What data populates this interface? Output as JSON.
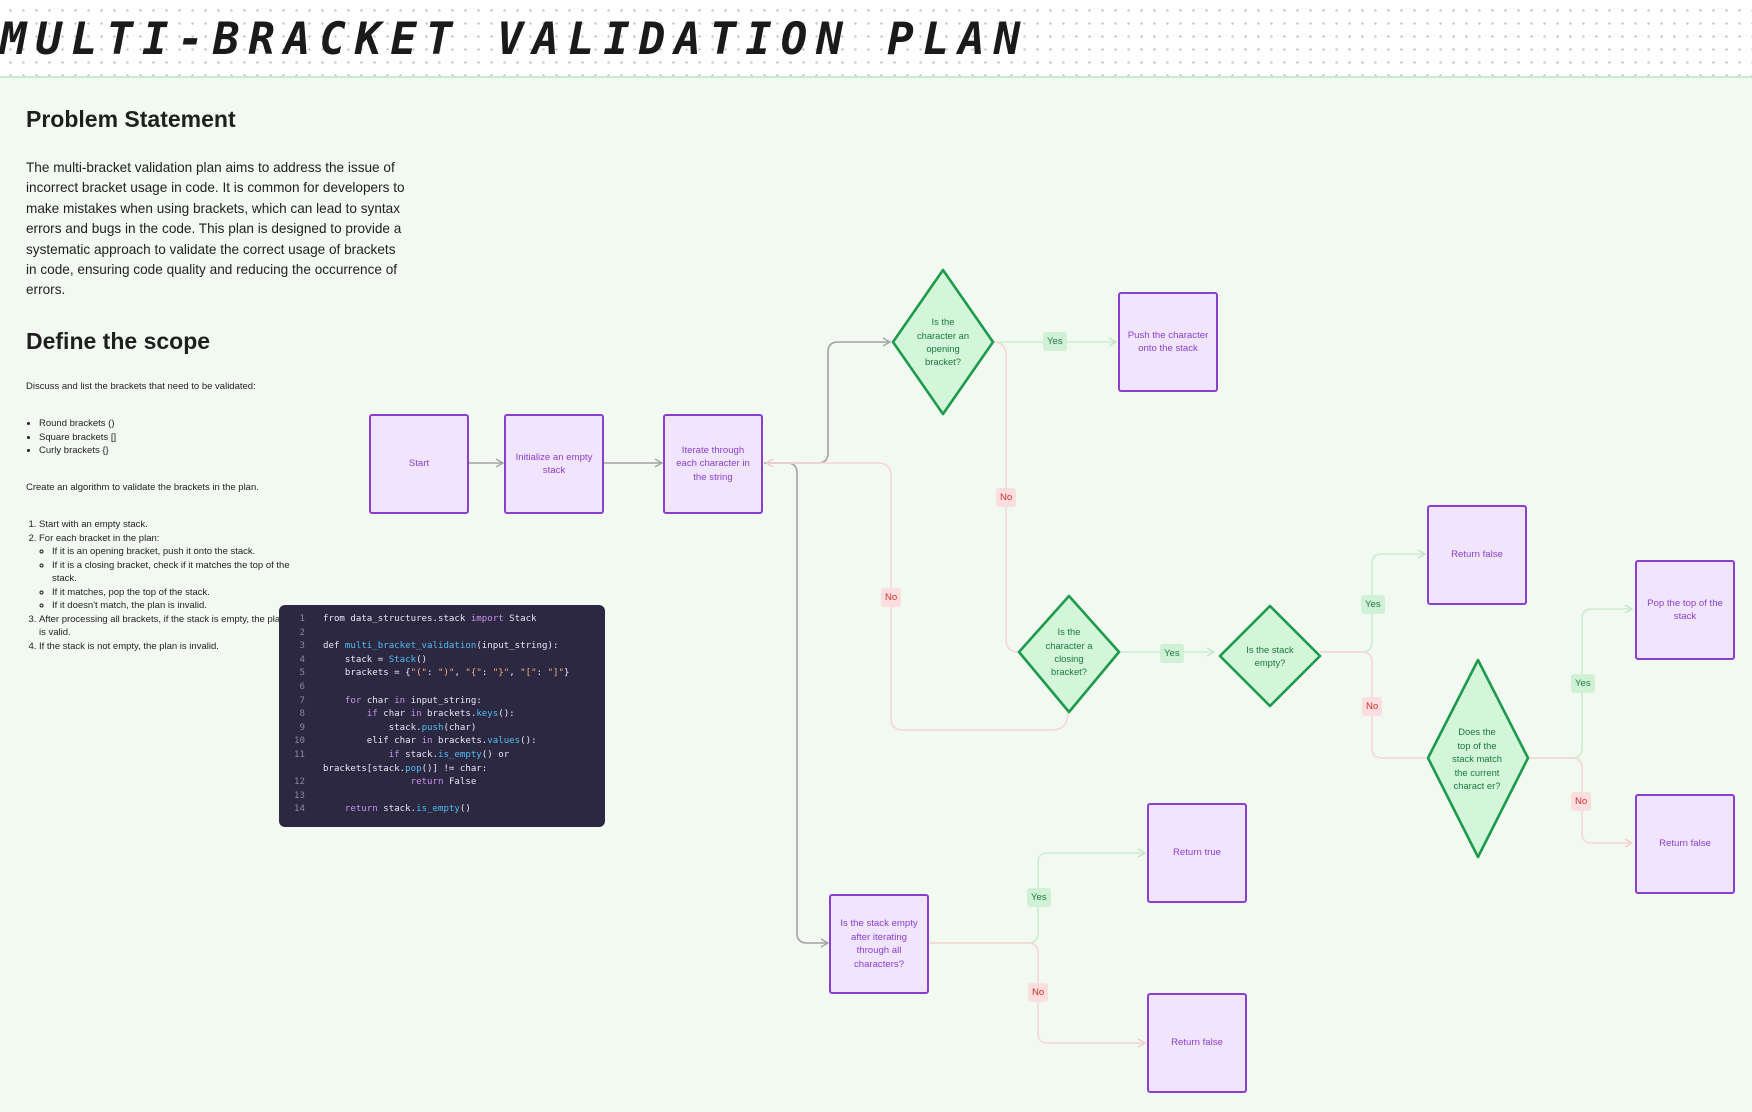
{
  "title": "MULTI-BRACKET VALIDATION PLAN",
  "problem": {
    "heading": "Problem Statement",
    "text": "The multi-bracket validation plan aims to address the issue of incorrect bracket usage in code. It is common for developers to make mistakes when using brackets, which can lead to syntax errors and bugs in the code. This plan is designed to provide a systematic approach to validate the correct usage of brackets in code, ensuring code quality and reducing the occurrence of errors."
  },
  "scope": {
    "heading": "Define the scope",
    "intro": "Discuss and list the brackets that need to be validated:",
    "brackets": [
      "Round brackets ()",
      "Square brackets []",
      "Curly brackets {}"
    ],
    "algo_intro": "Create an algorithm to validate the brackets in the plan.",
    "step1": "Start with an empty stack.",
    "step2": "For each bracket in the plan:",
    "substeps": [
      "If it is an opening bracket, push it onto the stack.",
      "If it is a closing bracket, check if it matches the top of the stack.",
      "If it matches, pop the top of the stack.",
      "If it doesn't match, the plan is invalid."
    ],
    "step3": "After processing all brackets, if the stack is empty, the plan is valid.",
    "step4": "If the stack is not empty, the plan is invalid."
  },
  "code_lines": [
    {
      "n": "1",
      "t": [
        [
          "",
          "from data_structures.stack "
        ],
        [
          "kw",
          "import"
        ],
        [
          "",
          " Stack"
        ]
      ]
    },
    {
      "n": "2",
      "t": []
    },
    {
      "n": "3",
      "t": [
        [
          "",
          "def "
        ],
        [
          "fn",
          "multi_bracket_validation"
        ],
        [
          "",
          "(input_string):"
        ]
      ]
    },
    {
      "n": "4",
      "t": [
        [
          "",
          "    stack = "
        ],
        [
          "fn",
          "Stack"
        ],
        [
          "",
          "()"
        ]
      ]
    },
    {
      "n": "5",
      "t": [
        [
          "",
          "    brackets = {"
        ],
        [
          "str",
          "\"(\""
        ],
        [
          "",
          ": "
        ],
        [
          "str",
          "\")\""
        ],
        [
          "",
          ", "
        ],
        [
          "str",
          "\"{\""
        ],
        [
          "",
          ": "
        ],
        [
          "str",
          "\"}\""
        ],
        [
          "",
          ", "
        ],
        [
          "str",
          "\"[\""
        ],
        [
          "",
          ": "
        ],
        [
          "str",
          "\"]\""
        ],
        [
          "",
          "}"
        ]
      ]
    },
    {
      "n": "6",
      "t": []
    },
    {
      "n": "7",
      "t": [
        [
          "",
          "    "
        ],
        [
          "kw",
          "for"
        ],
        [
          "",
          " char "
        ],
        [
          "kw",
          "in"
        ],
        [
          "",
          " input_string:"
        ]
      ]
    },
    {
      "n": "8",
      "t": [
        [
          "",
          "        "
        ],
        [
          "kw",
          "if"
        ],
        [
          "",
          " char "
        ],
        [
          "kw",
          "in"
        ],
        [
          "",
          " brackets."
        ],
        [
          "fn",
          "keys"
        ],
        [
          "",
          "():"
        ]
      ]
    },
    {
      "n": "9",
      "t": [
        [
          "",
          "            stack."
        ],
        [
          "fn",
          "push"
        ],
        [
          "",
          "(char)"
        ]
      ]
    },
    {
      "n": "10",
      "t": [
        [
          "",
          "        elif char "
        ],
        [
          "kw",
          "in"
        ],
        [
          "",
          " brackets."
        ],
        [
          "fn",
          "values"
        ],
        [
          "",
          "():"
        ]
      ]
    },
    {
      "n": "11",
      "t": [
        [
          "",
          "            "
        ],
        [
          "kw",
          "if"
        ],
        [
          "",
          " stack."
        ],
        [
          "fn",
          "is_empty"
        ],
        [
          "",
          "() or"
        ]
      ]
    },
    {
      "n": "",
      "t": [
        [
          "",
          "brackets[stack."
        ],
        [
          "fn",
          "pop"
        ],
        [
          "",
          "()] != char:"
        ]
      ]
    },
    {
      "n": "12",
      "t": [
        [
          "",
          "                "
        ],
        [
          "kw",
          "return"
        ],
        [
          "",
          " False"
        ]
      ]
    },
    {
      "n": "13",
      "t": []
    },
    {
      "n": "14",
      "t": [
        [
          "",
          "    "
        ],
        [
          "kw",
          "return"
        ],
        [
          "",
          " stack."
        ],
        [
          "fn",
          "is_empty"
        ],
        [
          "",
          "()"
        ]
      ]
    }
  ],
  "flow": {
    "start": "Start",
    "init_stack": "Initialize an empty stack",
    "iterate": "Iterate through each character in the string",
    "is_opening": "Is the character an opening bracket?",
    "push": "Push the character onto the stack",
    "is_closing": "Is the character a closing bracket?",
    "is_empty": "Is the stack empty?",
    "return_false_1": "Return false",
    "does_match": "Does the top of the stack match the current charact er?",
    "pop": "Pop the top of the stack",
    "return_false_2": "Return false",
    "empty_after": "Is the stack empty after iterating through all characters?",
    "return_true": "Return true",
    "return_false_3": "Return false",
    "yes": "Yes",
    "no": "No"
  },
  "colors": {
    "rect_border": "#8a3fd0",
    "rect_fill": "#f0e5fc",
    "diamond_border": "#1e9a4b",
    "diamond_fill": "#d3f5da",
    "yes_line": "#cdeccf",
    "no_line": "#f6d6d6",
    "panel": "#f1f9f1",
    "code_bg": "#2c2842"
  }
}
